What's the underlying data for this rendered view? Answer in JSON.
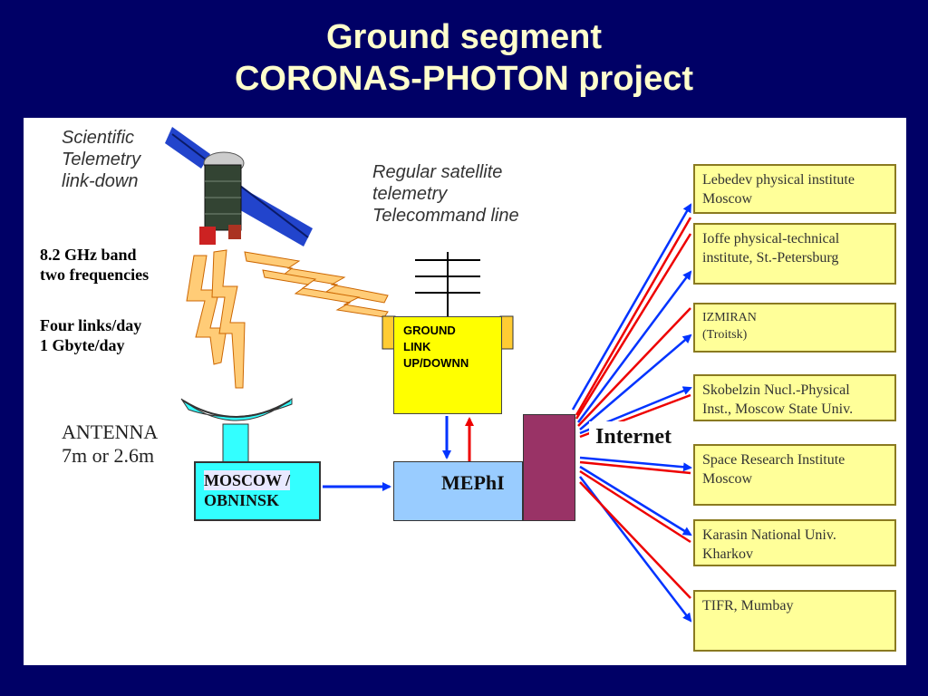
{
  "title": {
    "line1": "Ground segment",
    "line2": "CORONAS-PHOTON project"
  },
  "labels": {
    "scientific": [
      "Scientific",
      "Telemetry",
      "link-down"
    ],
    "regular": [
      "Regular satellite",
      "telemetry",
      "Telecommand line"
    ],
    "band": [
      "8.2 GHz band",
      "two frequencies"
    ],
    "links": [
      "Four links/day",
      "1 Gbyte/day"
    ],
    "antenna": [
      "ANTENNA",
      "7m or 2.6m"
    ]
  },
  "ground_link": [
    "GROUND",
    "LINK",
    "UP/DOWNN"
  ],
  "moscow": [
    "MOSCOW /",
    "OBNINSK"
  ],
  "mephi": "MEPhI",
  "internet": "Internet",
  "institutes": [
    [
      "Lebedev physical  institute",
      "Moscow"
    ],
    [
      "Ioffe physical-technical",
      "institute, St.-Petersburg"
    ],
    [
      "IZMIRAN",
      "(Troitsk)"
    ],
    [
      "Skobelzin Nucl.-Physical",
      "Inst., Moscow State Univ."
    ],
    [
      "Space Research Institute",
      "Moscow"
    ],
    [
      "Karasin National Univ.",
      "Kharkov"
    ],
    [
      "TIFR, Mumbay"
    ]
  ],
  "colors": {
    "background": "#000066",
    "title": "#ffffcc",
    "arrow_blue": "#0033ff",
    "arrow_red": "#ee0000",
    "institute_fill": "#ffff99",
    "ground_link_fill": "#ffff00",
    "mephi_fill": "#99ccff",
    "moscow_fill": "#33ffff",
    "server_fill": "#993366",
    "satellite_panel": "#2244cc"
  }
}
